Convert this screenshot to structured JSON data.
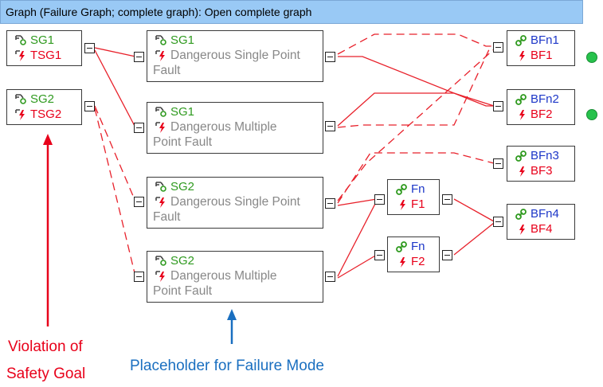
{
  "window": {
    "title": "Graph (Failure Graph; complete graph): Open complete graph"
  },
  "goals": [
    {
      "name": "SG1",
      "violation": "TSG1"
    },
    {
      "name": "SG2",
      "violation": "TSG2"
    }
  ],
  "failure_modes": [
    {
      "name": "SG1",
      "line1": "Dangerous Single Point",
      "line2": "Fault"
    },
    {
      "name": "SG1",
      "line1": "Dangerous Multiple",
      "line2": "Point Fault"
    },
    {
      "name": "SG2",
      "line1": "Dangerous Single Point",
      "line2": "Fault"
    },
    {
      "name": "SG2",
      "line1": "Dangerous Multiple",
      "line2": "Point Fault"
    }
  ],
  "functions": [
    {
      "name": "Fn",
      "failure": "F1"
    },
    {
      "name": "Fn",
      "failure": "F2"
    }
  ],
  "basic": [
    {
      "name": "BFn1",
      "failure": "BF1"
    },
    {
      "name": "BFn2",
      "failure": "BF2"
    },
    {
      "name": "BFn3",
      "failure": "BF3"
    },
    {
      "name": "BFn4",
      "failure": "BF4"
    }
  ],
  "annotations": {
    "violation_line1": "Violation of",
    "violation_line2": "Safety Goal",
    "placeholder": "Placeholder for Failure Mode"
  },
  "colors": {
    "goal_green": "#2f9a1f",
    "failure_red": "#e8001a",
    "function_blue": "#1d37c8",
    "status_dot": "#27c24c",
    "annotation_arrow_red": "#e8001a",
    "annotation_arrow_blue": "#1a6fc0"
  }
}
